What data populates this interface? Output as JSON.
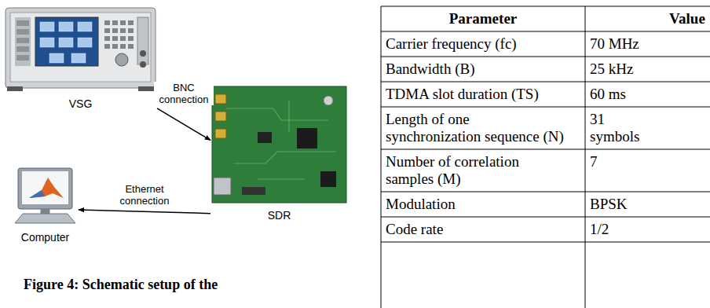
{
  "diagram": {
    "caption": "Figure 4: Schematic setup of the",
    "nodes": [
      {
        "text": [
          "VSG"
        ]
      },
      {
        "text": [
          "SDR"
        ]
      },
      {
        "text": [
          "Computer"
        ]
      }
    ],
    "edges": [
      {
        "from": 0,
        "to": 1,
        "arrow": "to",
        "label": "BNC connection"
      },
      {
        "from": 1,
        "to": 2,
        "arrow": "to",
        "label": "Ethernet connection"
      }
    ],
    "labels": [
      "Parameter",
      "Value",
      "Carrier frequency (fc)",
      "70 MHz",
      "Bandwidth (B)",
      "25 kHz",
      "TDMA slot duration (TS)",
      "60 ms",
      "Length of one synchronization sequence (N)",
      "31 symbols",
      "Number of correlation samples (M)",
      "7",
      "Modulation",
      "BPSK",
      "Code rate",
      "1/2"
    ]
  }
}
